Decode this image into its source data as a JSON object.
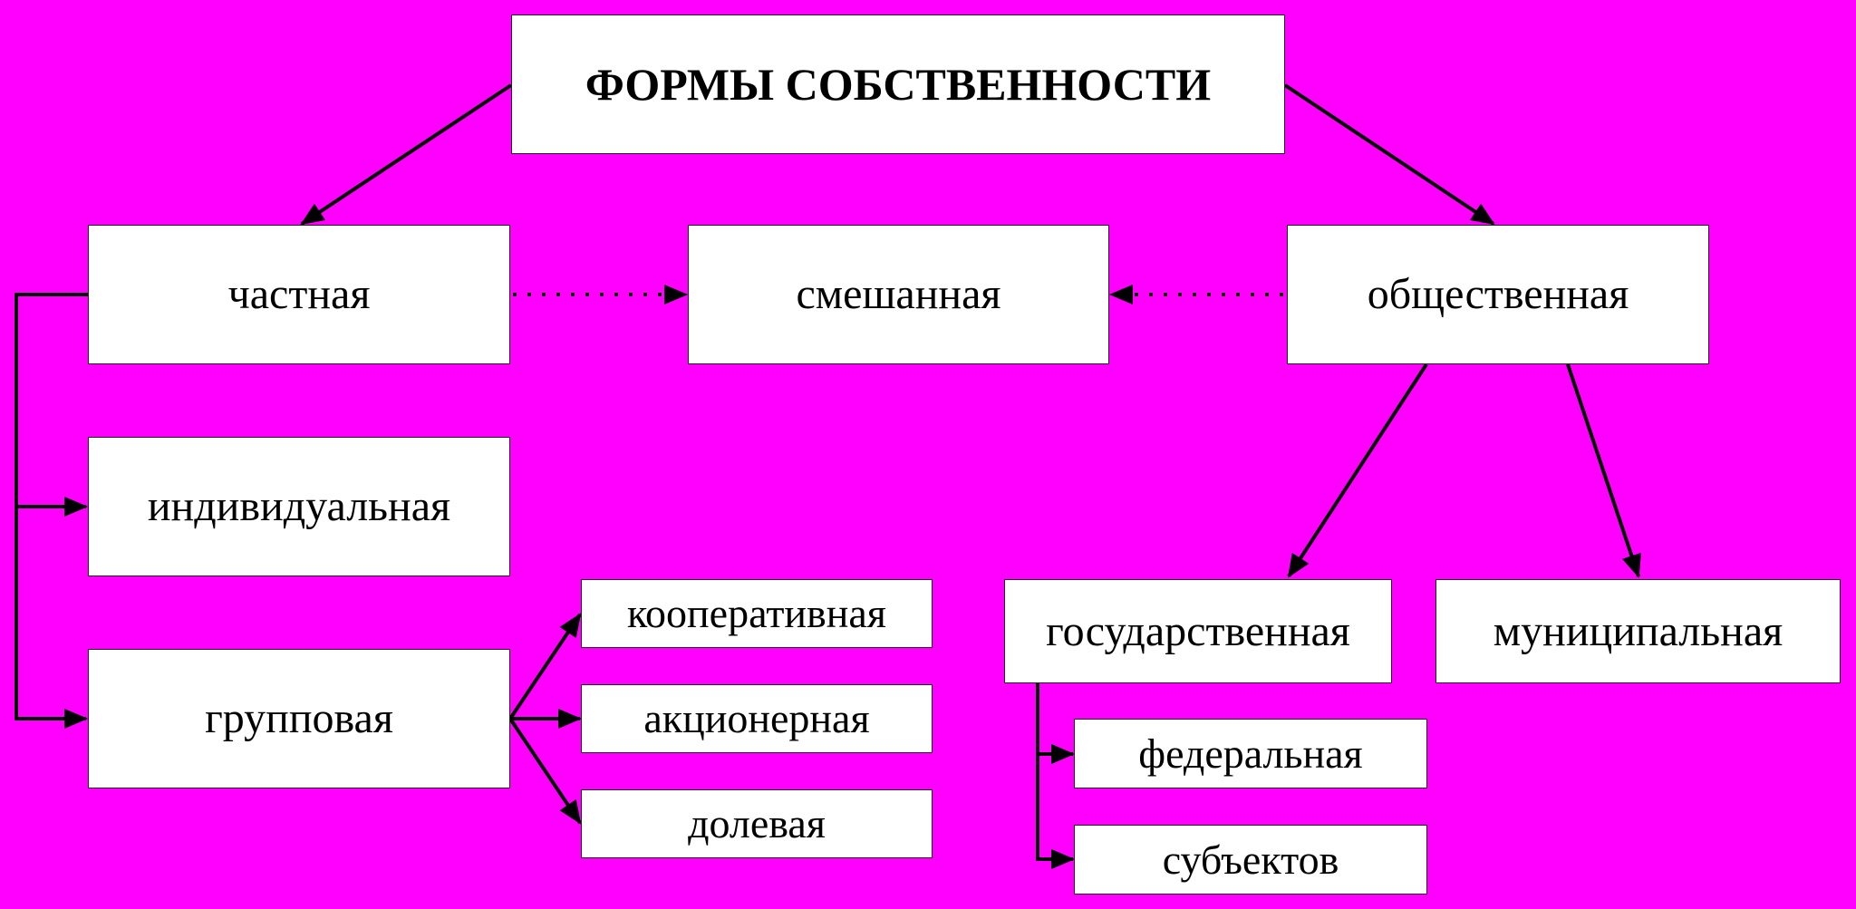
{
  "colors": {
    "background": "#FF00FF",
    "box": "#FFFFFF",
    "line": "#000000"
  },
  "title": "ФОРМЫ СОБСТВЕННОСТИ",
  "level1": {
    "private": "частная",
    "mixed": "смешанная",
    "public": "общественная"
  },
  "private_children": {
    "individual": "индивидуальная",
    "group": "групповая"
  },
  "group_children": {
    "cooperative": "кооперативная",
    "joint_stock": "акционерная",
    "shared": "долевая"
  },
  "public_children": {
    "state": "государственная",
    "municipal": "муниципальная"
  },
  "state_children": {
    "federal": "федеральная",
    "subjects": "субъектов"
  }
}
